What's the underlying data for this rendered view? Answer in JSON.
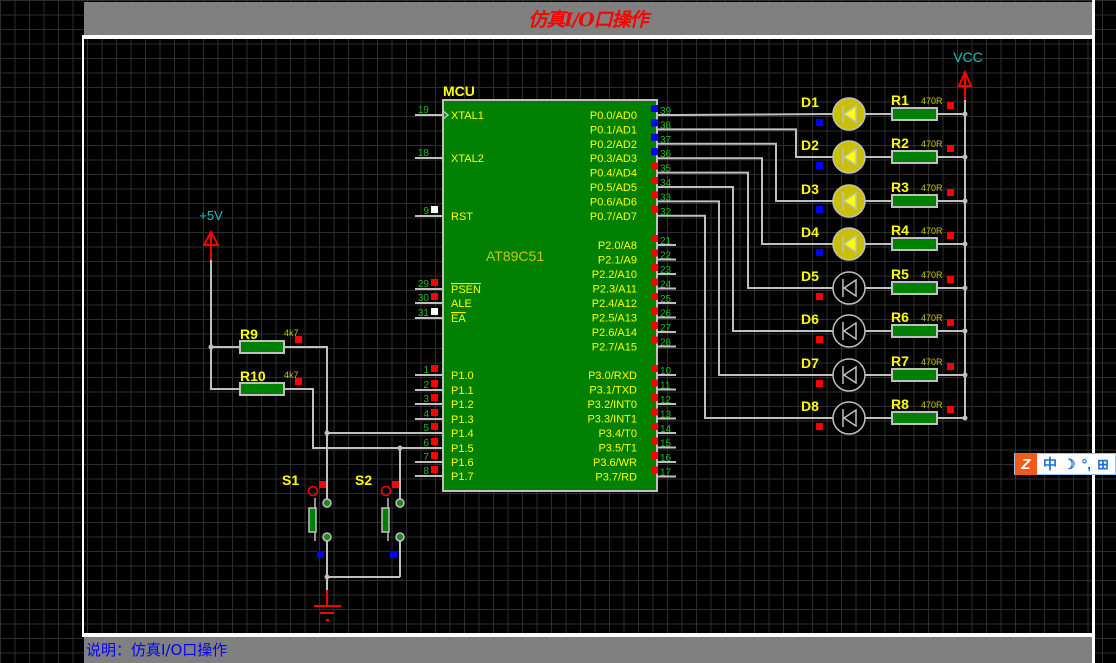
{
  "header": {
    "title": "仿真I/O口操作"
  },
  "footer": {
    "description": "说明：仿真I/O口操作"
  },
  "colors": {
    "chip_fill": "#008000",
    "label_yellow": "#ffff00",
    "wire": "#c0c0c0",
    "pin_green": "#22bb22",
    "power_red": "#ff0000",
    "power_label": "#20c0c0",
    "led_on": "#c8c000",
    "state_high": "#ff0000",
    "state_low": "#0000ff"
  },
  "power": {
    "vcc_label": "VCC",
    "plus5v_label": "+5V"
  },
  "mcu": {
    "ref": "MCU",
    "part": "AT89C51",
    "left_pins": [
      {
        "num": "19",
        "name": "XTAL1",
        "state": "none"
      },
      {
        "num": "18",
        "name": "XTAL2",
        "state": "none"
      },
      {
        "num": "9",
        "name": "RST",
        "state": "white"
      },
      {
        "num": "29",
        "name": "PSEN",
        "state": "high",
        "overline": true
      },
      {
        "num": "30",
        "name": "ALE",
        "state": "high"
      },
      {
        "num": "31",
        "name": "EA",
        "state": "white",
        "overline": true
      },
      {
        "num": "1",
        "name": "P1.0",
        "state": "high"
      },
      {
        "num": "2",
        "name": "P1.1",
        "state": "high"
      },
      {
        "num": "3",
        "name": "P1.2",
        "state": "high"
      },
      {
        "num": "4",
        "name": "P1.3",
        "state": "high"
      },
      {
        "num": "5",
        "name": "P1.4",
        "state": "high"
      },
      {
        "num": "6",
        "name": "P1.5",
        "state": "high"
      },
      {
        "num": "7",
        "name": "P1.6",
        "state": "high"
      },
      {
        "num": "8",
        "name": "P1.7",
        "state": "high"
      }
    ],
    "right_pins": [
      {
        "num": "39",
        "name": "P0.0/AD0",
        "state": "low"
      },
      {
        "num": "38",
        "name": "P0.1/AD1",
        "state": "low"
      },
      {
        "num": "37",
        "name": "P0.2/AD2",
        "state": "low"
      },
      {
        "num": "36",
        "name": "P0.3/AD3",
        "state": "low"
      },
      {
        "num": "35",
        "name": "P0.4/AD4",
        "state": "high"
      },
      {
        "num": "34",
        "name": "P0.5/AD5",
        "state": "high"
      },
      {
        "num": "33",
        "name": "P0.6/AD6",
        "state": "high"
      },
      {
        "num": "32",
        "name": "P0.7/AD7",
        "state": "high"
      },
      {
        "num": "21",
        "name": "P2.0/A8",
        "state": "high"
      },
      {
        "num": "22",
        "name": "P2.1/A9",
        "state": "high"
      },
      {
        "num": "23",
        "name": "P2.2/A10",
        "state": "high"
      },
      {
        "num": "24",
        "name": "P2.3/A11",
        "state": "high"
      },
      {
        "num": "25",
        "name": "P2.4/A12",
        "state": "high"
      },
      {
        "num": "26",
        "name": "P2.5/A13",
        "state": "high"
      },
      {
        "num": "27",
        "name": "P2.6/A14",
        "state": "high"
      },
      {
        "num": "28",
        "name": "P2.7/A15",
        "state": "high"
      },
      {
        "num": "10",
        "name": "P3.0/RXD",
        "state": "high"
      },
      {
        "num": "11",
        "name": "P3.1/TXD",
        "state": "high"
      },
      {
        "num": "12",
        "name": "P3.2/INT0",
        "state": "high"
      },
      {
        "num": "13",
        "name": "P3.3/INT1",
        "state": "high"
      },
      {
        "num": "14",
        "name": "P3.4/T0",
        "state": "high"
      },
      {
        "num": "15",
        "name": "P3.5/T1",
        "state": "high"
      },
      {
        "num": "16",
        "name": "P3.6/WR",
        "state": "high"
      },
      {
        "num": "17",
        "name": "P3.7/RD",
        "state": "high"
      }
    ]
  },
  "leds": [
    {
      "ref": "D1",
      "lit": true,
      "state": "low"
    },
    {
      "ref": "D2",
      "lit": true,
      "state": "low"
    },
    {
      "ref": "D3",
      "lit": true,
      "state": "low"
    },
    {
      "ref": "D4",
      "lit": true,
      "state": "low"
    },
    {
      "ref": "D5",
      "lit": false,
      "state": "high"
    },
    {
      "ref": "D6",
      "lit": false,
      "state": "high"
    },
    {
      "ref": "D7",
      "lit": false,
      "state": "high"
    },
    {
      "ref": "D8",
      "lit": false,
      "state": "high"
    }
  ],
  "led_resistors": [
    {
      "ref": "R1",
      "value": "470R"
    },
    {
      "ref": "R2",
      "value": "470R"
    },
    {
      "ref": "R3",
      "value": "470R"
    },
    {
      "ref": "R4",
      "value": "470R"
    },
    {
      "ref": "R5",
      "value": "470R"
    },
    {
      "ref": "R6",
      "value": "470R"
    },
    {
      "ref": "R7",
      "value": "470R"
    },
    {
      "ref": "R8",
      "value": "470R"
    }
  ],
  "pullups": [
    {
      "ref": "R9",
      "value": "4k7"
    },
    {
      "ref": "R10",
      "value": "4k7"
    }
  ],
  "switches": [
    {
      "ref": "S1"
    },
    {
      "ref": "S2"
    }
  ],
  "ime_toolbar": {
    "mode": "中",
    "moon": "☽",
    "punct": "°,",
    "grid": "⊞"
  }
}
